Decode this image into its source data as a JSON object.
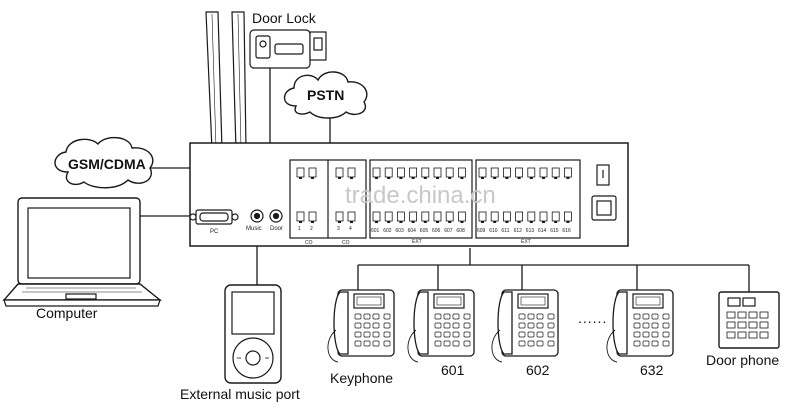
{
  "labels": {
    "door_lock": "Door Lock",
    "pstn": "PSTN",
    "gsm_cdma": "GSM/CDMA",
    "computer": "Computer",
    "external_music_port": "External music port",
    "keyphone": "Keyphone",
    "ext_601": "601",
    "ext_602": "602",
    "ext_632": "632",
    "door_phone": "Door phone",
    "ellipsis": "......"
  },
  "device_panel": {
    "port_pc": "PC",
    "port_music": "Music",
    "port_door": "Door",
    "co_label": "CO",
    "ext_label": "EXT",
    "co_ports": [
      "1",
      "2",
      "3",
      "4"
    ],
    "ext_ports": [
      "601",
      "602",
      "603",
      "604",
      "605",
      "606",
      "607",
      "608",
      "609",
      "610",
      "611",
      "612",
      "613",
      "614",
      "615",
      "616"
    ],
    "watermark": "trade.china.cn"
  },
  "colors": {
    "line": "#1a1a1a",
    "fill": "#ffffff",
    "watermark": "#c8c8c8"
  }
}
